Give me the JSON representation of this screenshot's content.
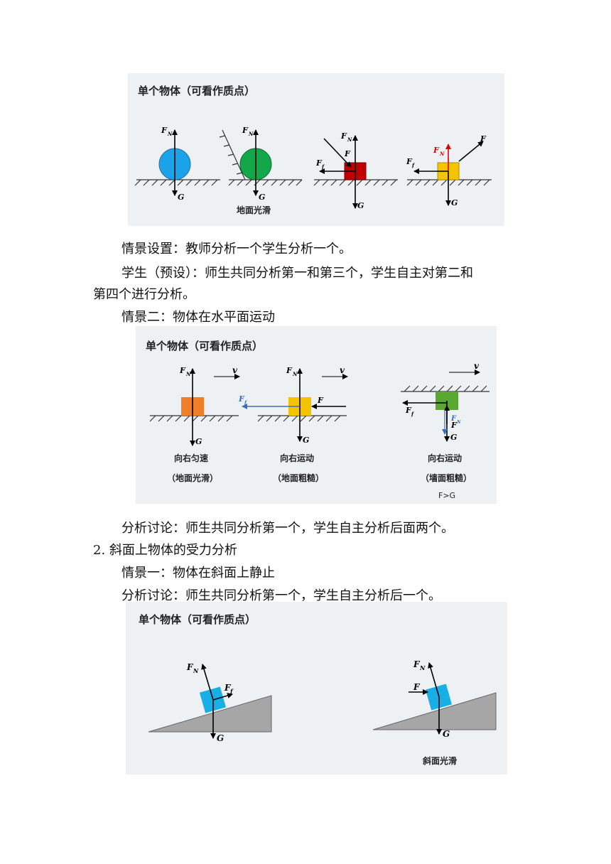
{
  "figure1": {
    "title": "单个物体（可看作质点）",
    "caption": "地面光滑",
    "labels": {
      "fn": "F",
      "fn_sub": "N",
      "g": "G",
      "f": "F",
      "ff": "F",
      "ff_sub": "f"
    }
  },
  "text1": {
    "p1": "情景设置：教师分析一个学生分析一个。",
    "p2a": "学生（预设）：师生共同分析第一和第三个，学生自主对第二和",
    "p2b": "第四个进行分析。",
    "p3": "情景二：物体在水平面运动"
  },
  "figure2": {
    "title": "单个物体（可看作质点）",
    "v": "v",
    "items": [
      {
        "caption1": "向右匀速",
        "caption2": "（地面光滑）"
      },
      {
        "caption1": "向右运动",
        "caption2": "（地面粗糙）"
      },
      {
        "caption1": "向右运动",
        "caption2": "（墙面粗糙）",
        "note": "F>G"
      }
    ]
  },
  "text2": {
    "p1": "分析讨论：师生共同分析第一个，学生自主分析后面两个。",
    "heading": "2. 斜面上物体的受力分析",
    "p2": "情景一：物体在斜面上静止",
    "p3": "分析讨论：师生共同分析第一个，学生自主分析后一个。"
  },
  "figure3": {
    "title": "单个物体（可看作质点）",
    "caption": "斜面光滑"
  },
  "colors": {
    "panel_bg": "#eef1f4",
    "blue_ball": "#1aa3e8",
    "green_ball": "#12a84a",
    "red_block": "#c00000",
    "yellow_block": "#f5c400",
    "orange_block": "#ef7d2a",
    "green_block": "#5aa832",
    "blue_block": "#18aee6",
    "friction_blue": "#3b6fbf",
    "red_force": "#e00000"
  }
}
